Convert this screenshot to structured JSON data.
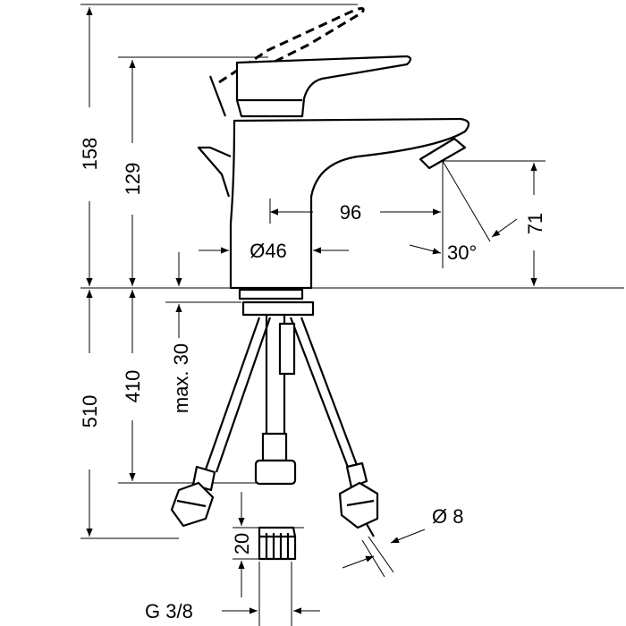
{
  "dimensions": {
    "total_height": "158",
    "spout_height": "129",
    "projection": "96",
    "outlet_height": "71",
    "base_diameter": "Ø46",
    "spray_angle": "30°",
    "hose_length_total": "510",
    "hose_length": "410",
    "deck_thickness": "max. 30",
    "connector_height": "20",
    "hose_diameter": "Ø 8",
    "thread": "G 3/8"
  }
}
